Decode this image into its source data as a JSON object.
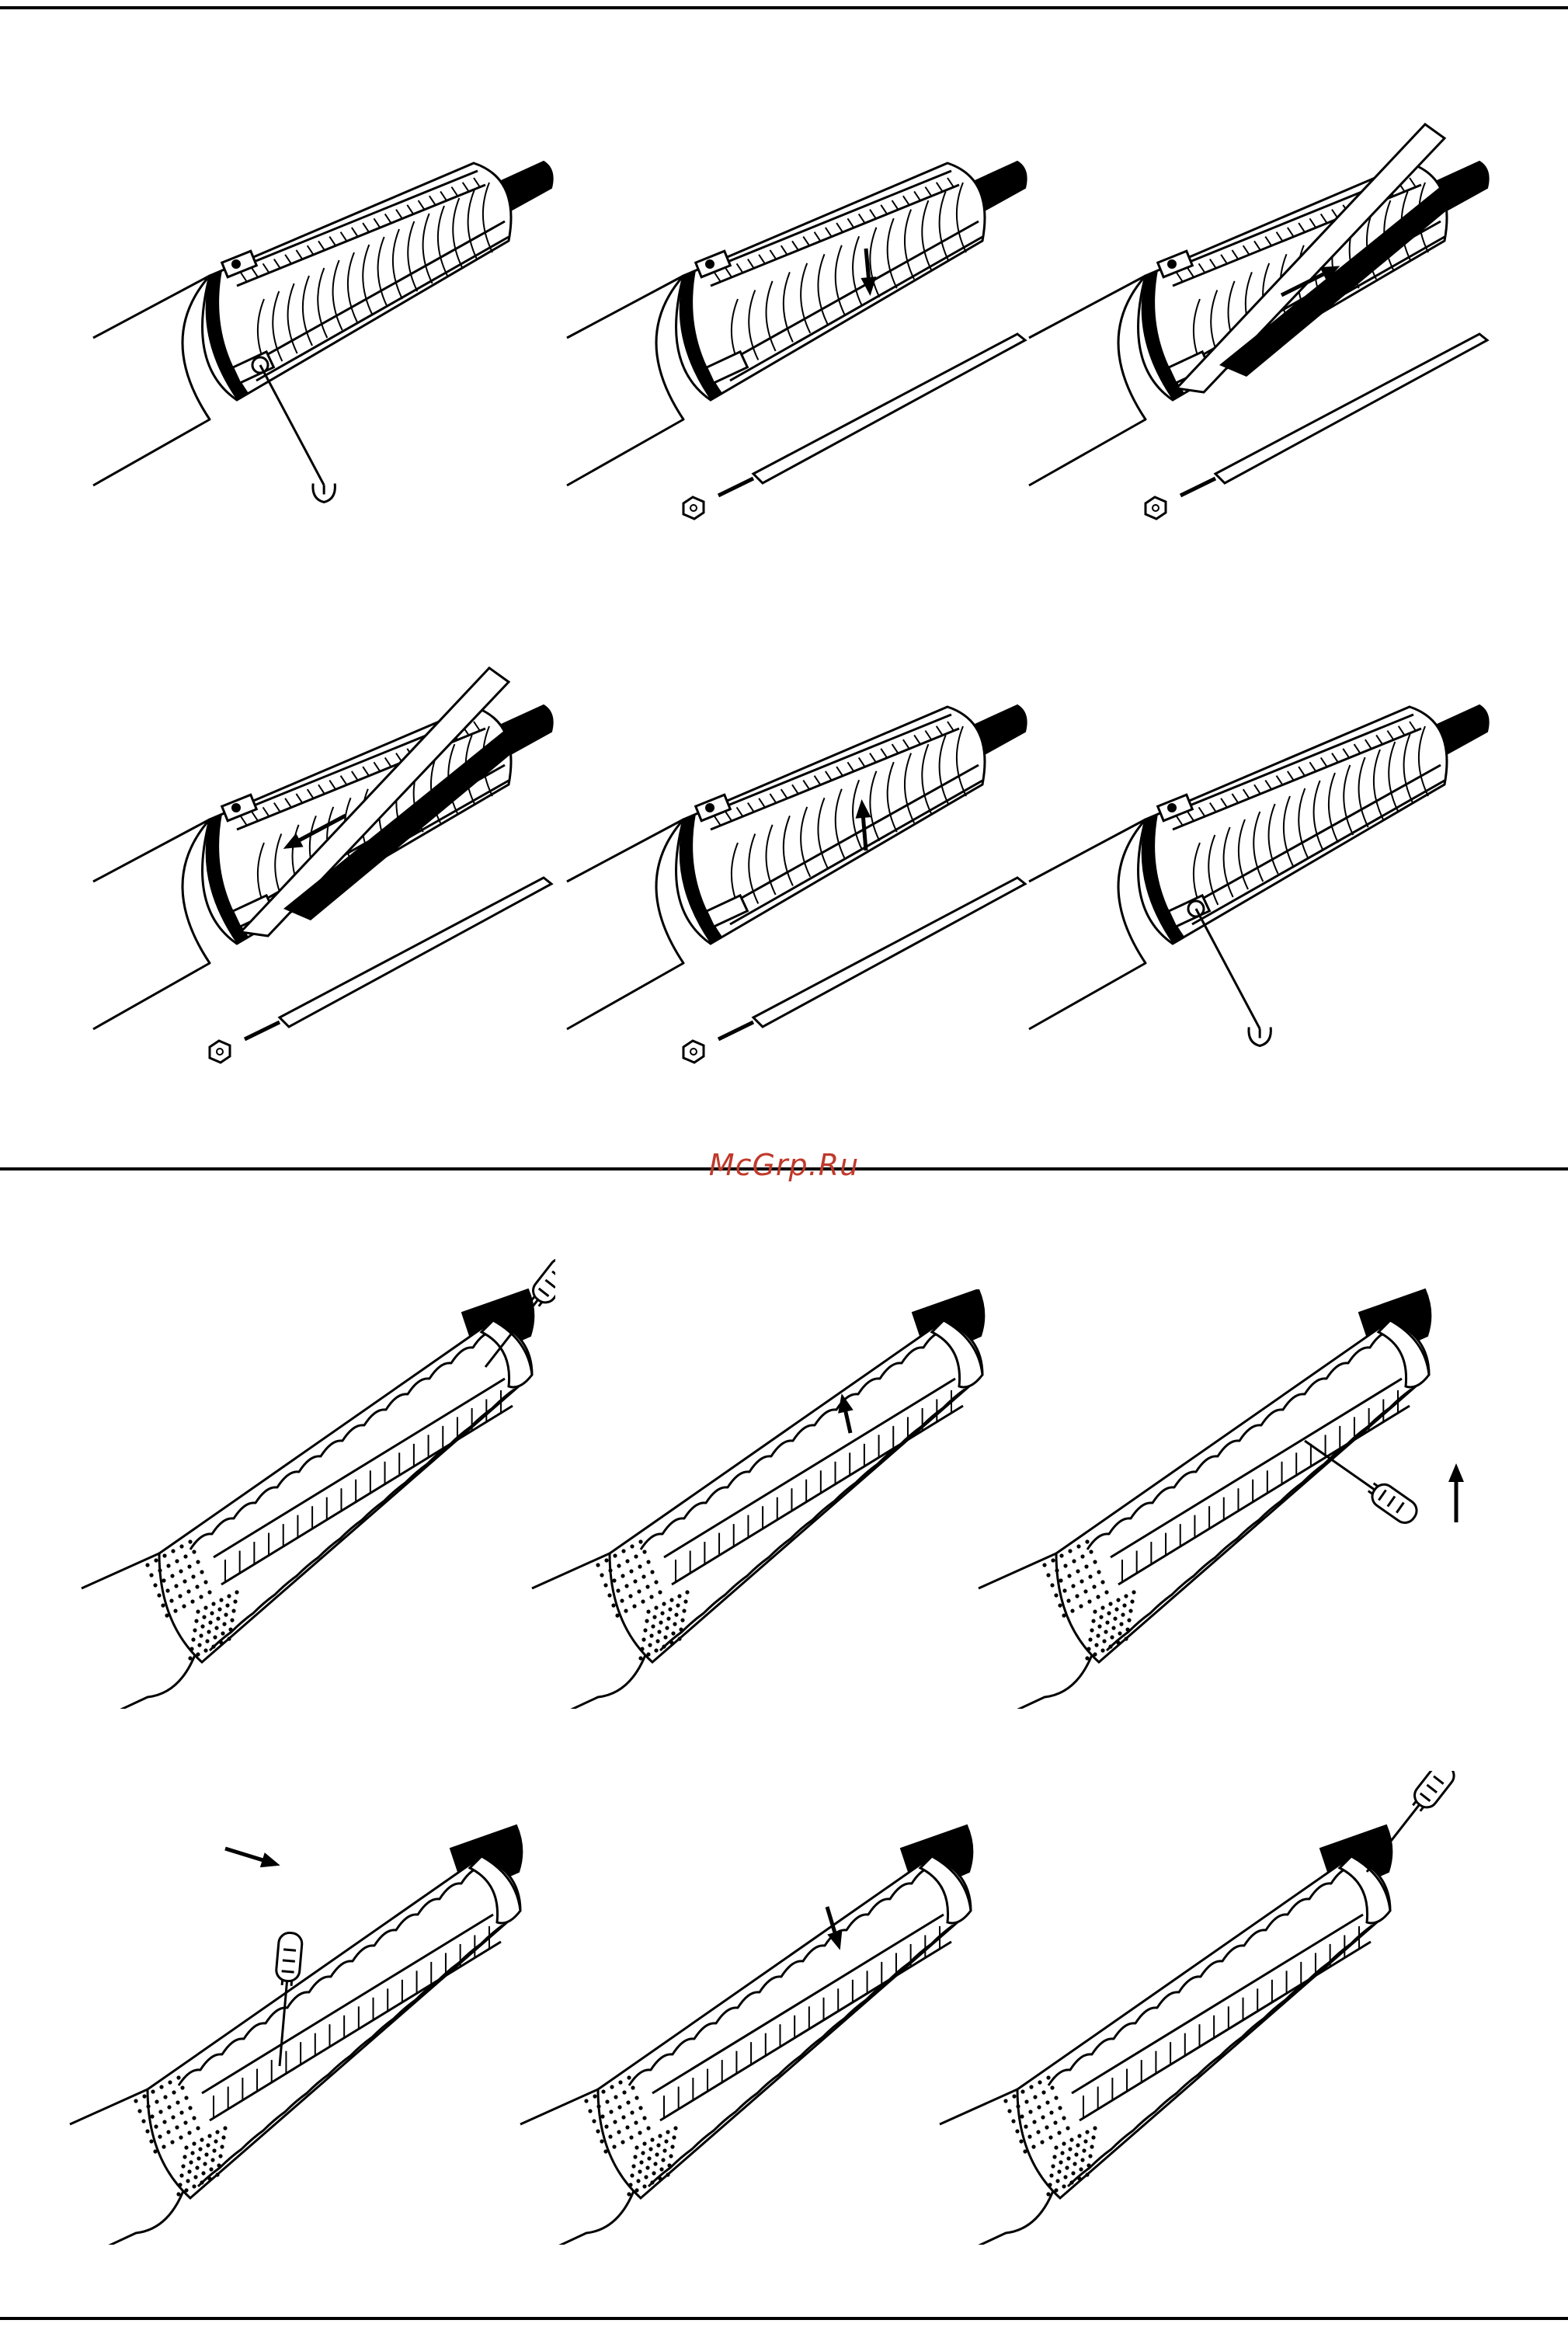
{
  "watermark": {
    "text": "McGrp.Ru",
    "color": "#c0392b"
  },
  "colors": {
    "ink": "#000000",
    "paper": "#ffffff"
  },
  "sections": [
    {
      "name": "cable-sleeve-steps",
      "steps": [
        {
          "tool": "hook-key",
          "arrow": "none",
          "part_removed": false
        },
        {
          "tool": "none",
          "arrow": "down",
          "part_removed": true
        },
        {
          "tool": "none",
          "arrow": "forward",
          "part_removed": true
        },
        {
          "tool": "none",
          "arrow": "backward",
          "part_removed": true
        },
        {
          "tool": "none",
          "arrow": "up",
          "part_removed": true
        },
        {
          "tool": "hook-key",
          "arrow": "none",
          "part_removed": false
        }
      ]
    },
    {
      "name": "strainer-steps",
      "steps": [
        {
          "tool": "screwdriver",
          "arrow": "none"
        },
        {
          "tool": "none",
          "arrow": "up"
        },
        {
          "tool": "screwdriver",
          "arrow": "up"
        },
        {
          "tool": "screwdriver",
          "arrow": "right"
        },
        {
          "tool": "none",
          "arrow": "down"
        },
        {
          "tool": "screwdriver",
          "arrow": "none"
        }
      ]
    }
  ]
}
